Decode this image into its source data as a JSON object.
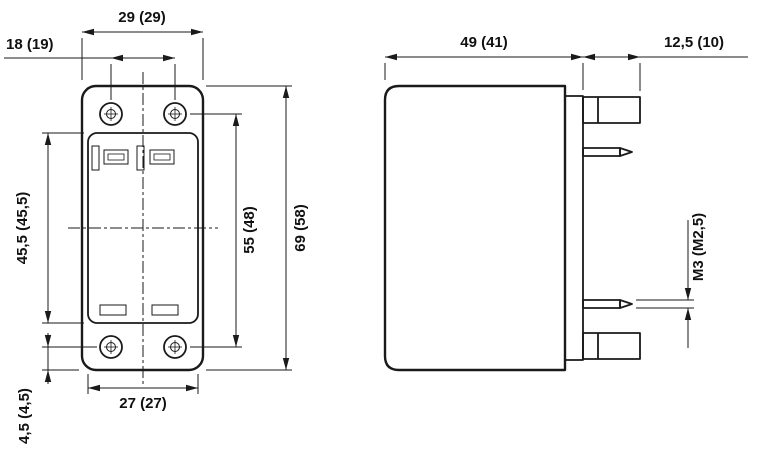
{
  "drawing": {
    "type": "technical-dimension-drawing",
    "colors": {
      "line": "#1a1a1a",
      "background": "#ffffff"
    },
    "front_view": {
      "dim_width_top": "29 (29)",
      "dim_hole_spacing_h": "18 (19)",
      "dim_cutout_height": "45,5 (45,5)",
      "dim_bottom_offset": "4,5 (4,5)",
      "dim_hole_spacing_v": "55 (48)",
      "dim_overall_height": "69 (58)",
      "dim_width_bottom": "27 (27)"
    },
    "side_view": {
      "dim_depth": "49 (41)",
      "dim_terminal_length": "12,5 (10)",
      "dim_thread": "M3 (M2,5)"
    }
  }
}
